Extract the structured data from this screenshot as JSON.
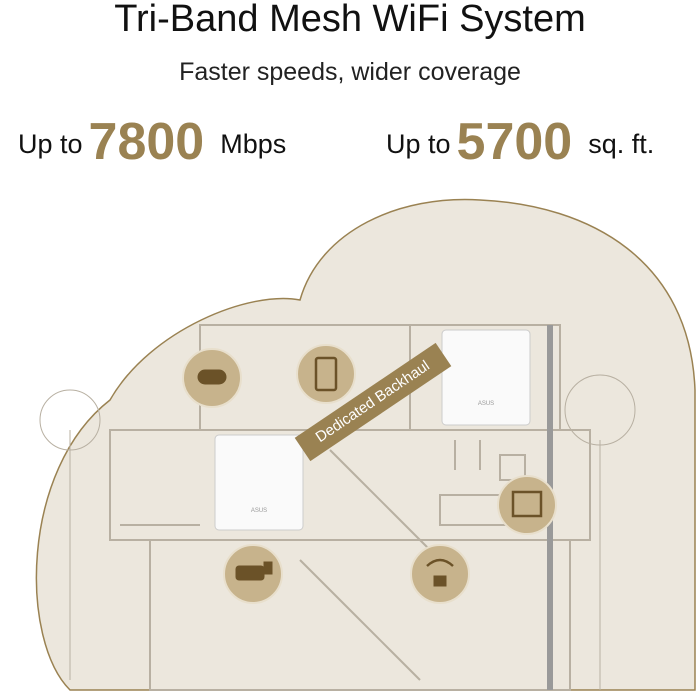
{
  "header": {
    "title": "Tri-Band Mesh WiFi System",
    "subtitle": "Faster speeds, wider coverage"
  },
  "stats": [
    {
      "prefix": "Up to",
      "value": "7800",
      "unit": "Mbps"
    },
    {
      "prefix": "Up to",
      "value": "5700",
      "unit": "sq. ft."
    }
  ],
  "illustration": {
    "banner_label": "Dedicated Backhaul",
    "router_logo": "ASUS",
    "icons": [
      "gamepad-icon",
      "smartphone-icon",
      "security-camera-icon",
      "wifi-lock-icon",
      "smart-hub-icon"
    ]
  },
  "colors": {
    "accent": "#9a8252",
    "background_cloud": "#ece7dd",
    "line": "#b8b0a2"
  }
}
